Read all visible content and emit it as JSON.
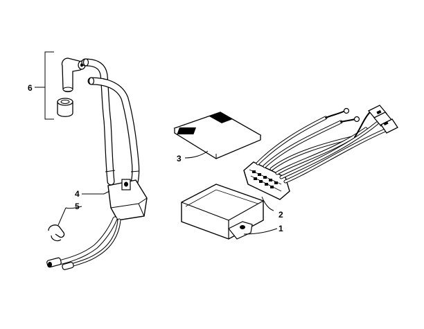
{
  "callouts": {
    "c1": "1",
    "c2": "2",
    "c3": "3",
    "c4": "4",
    "c5": "5",
    "c6": "6"
  },
  "parts": [
    {
      "callout": "1",
      "icon": "cdi-module-box"
    },
    {
      "callout": "2",
      "icon": "wiring-harness-connector"
    },
    {
      "callout": "3",
      "icon": "adhesive-pad"
    },
    {
      "callout": "4",
      "icon": "ignition-coil"
    },
    {
      "callout": "5",
      "icon": "cable-clamp"
    },
    {
      "callout": "6",
      "icon": "spark-plug-cap-and-seal"
    }
  ]
}
